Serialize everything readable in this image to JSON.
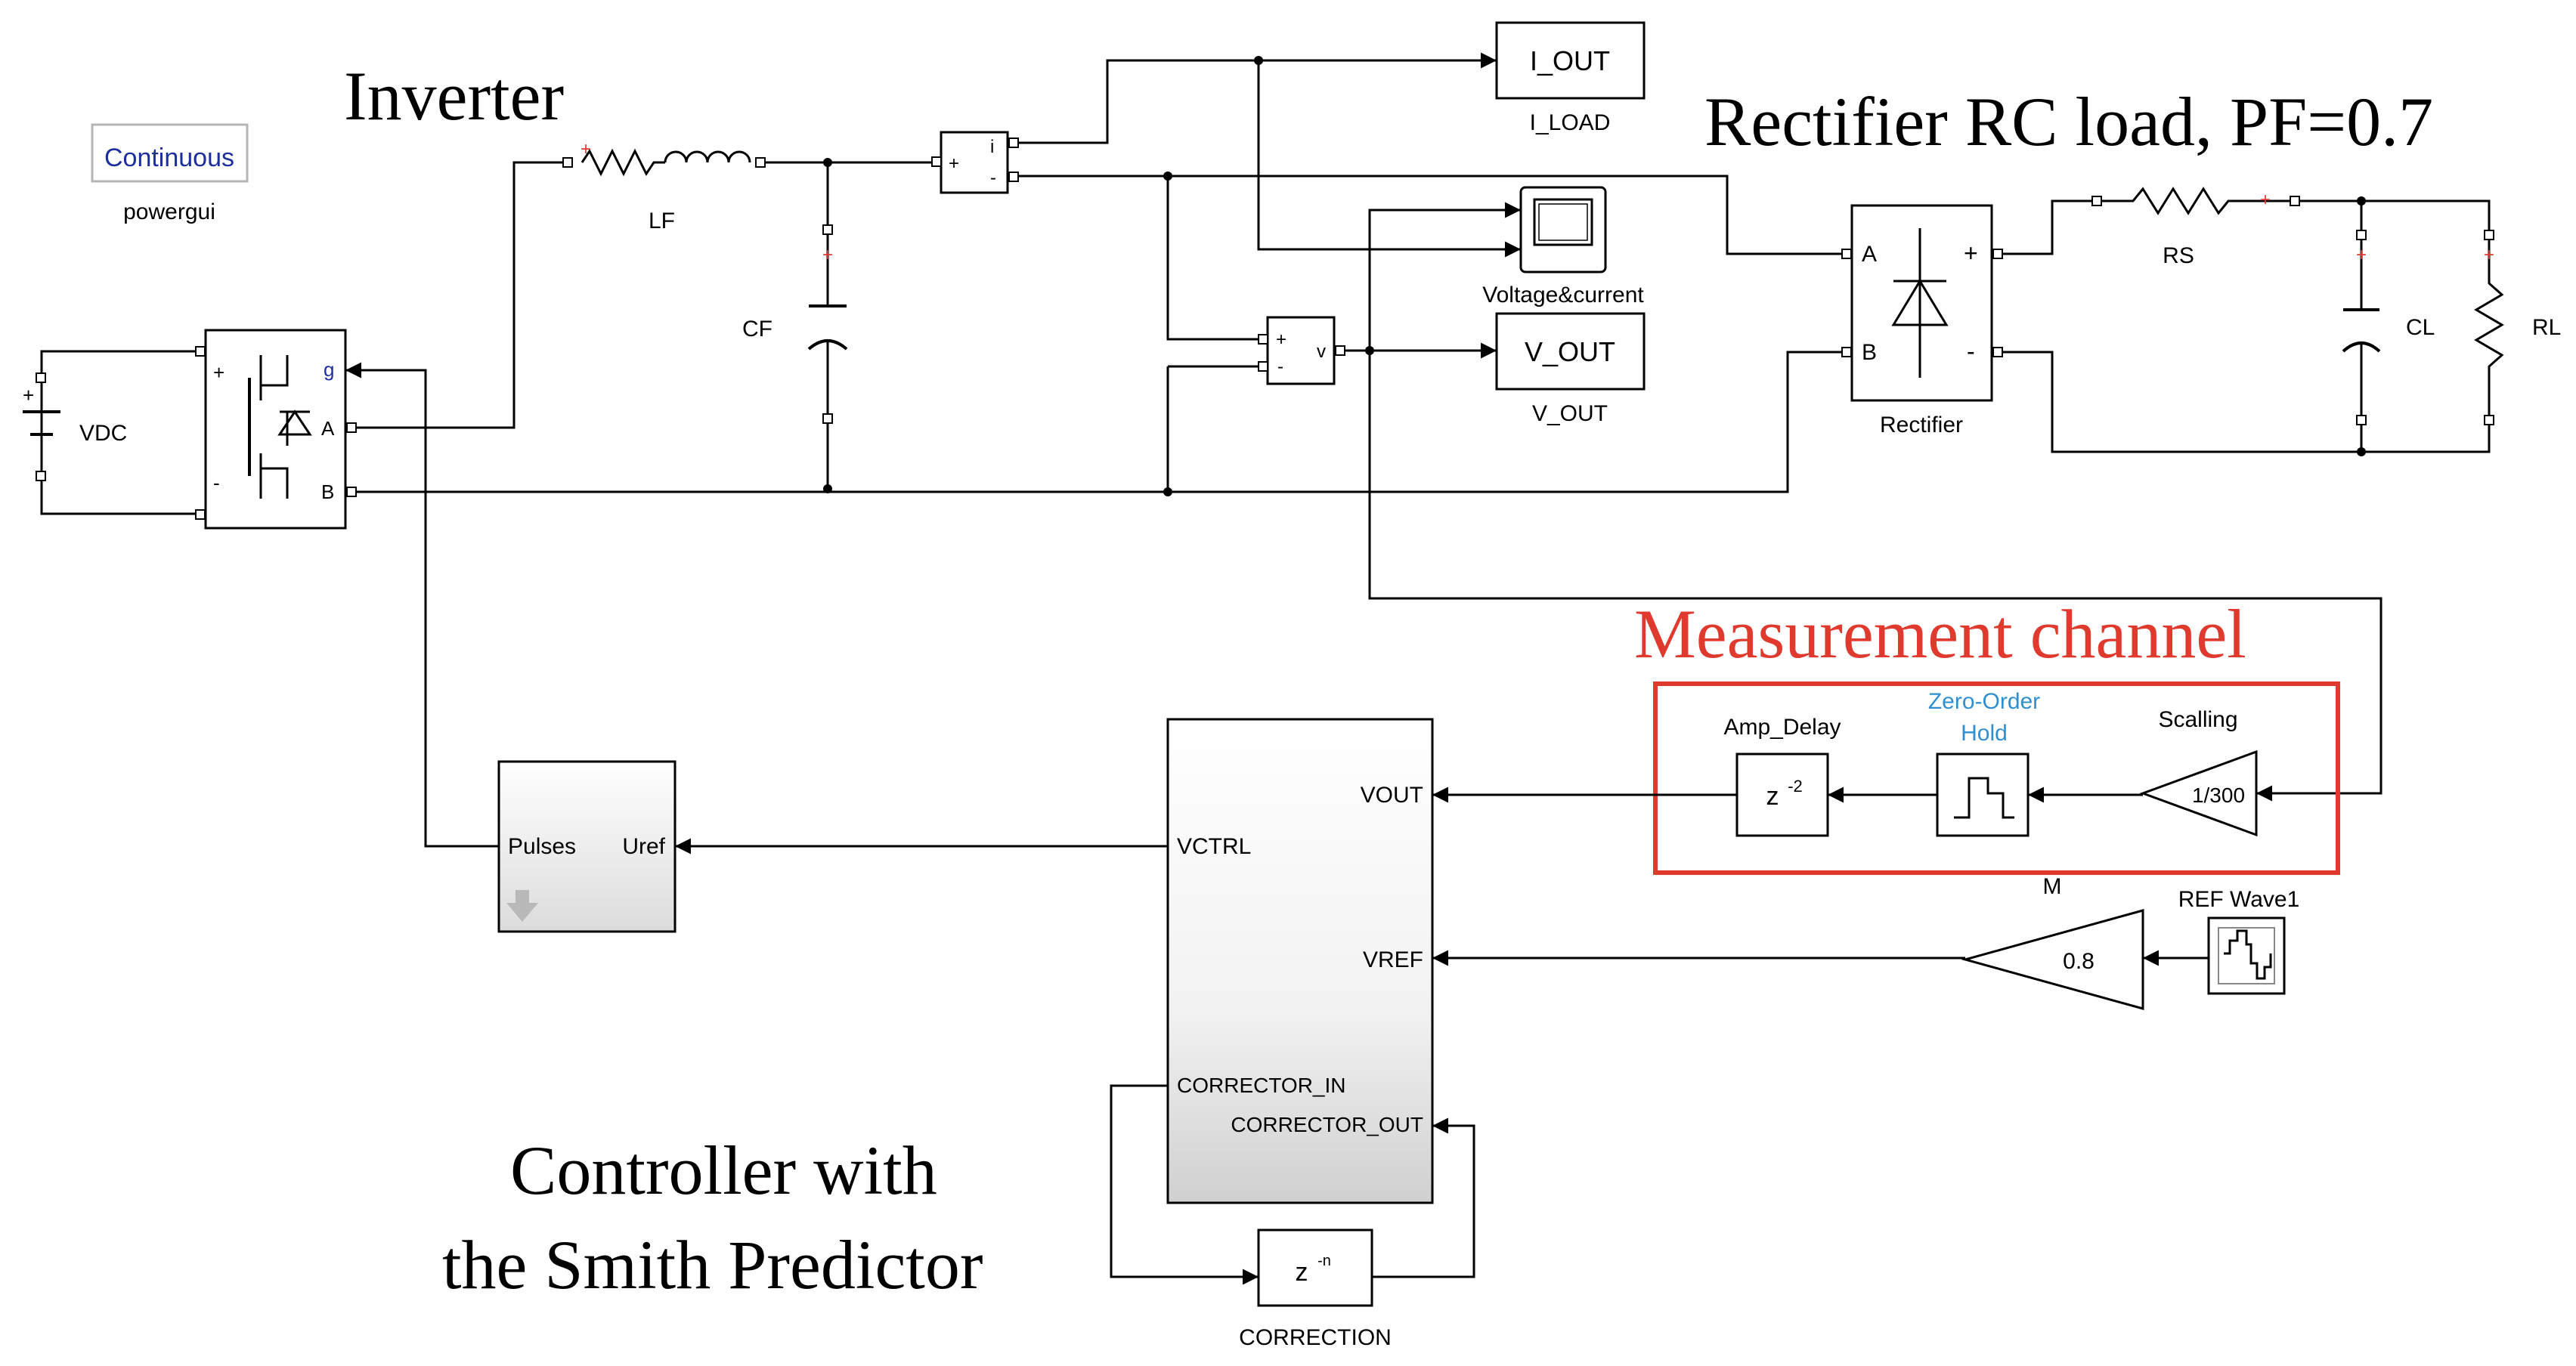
{
  "headings": {
    "inverter": "Inverter",
    "rectifier_load": "Rectifier RC load, PF=0.7",
    "measurement_channel": "Measurement channel",
    "controller_line1": "Controller with",
    "controller_line2": "the Smith Predictor"
  },
  "blocks": {
    "powergui": {
      "inner": "Continuous",
      "caption": "powergui"
    },
    "vdc": {
      "label": "VDC",
      "plus": "+",
      "minus": "-"
    },
    "inverter": {
      "port_plus": "+",
      "port_minus": "-",
      "port_g": "g",
      "port_a": "A",
      "port_b": "B"
    },
    "lf": {
      "label": "LF"
    },
    "cf": {
      "label": "CF"
    },
    "current_meas": {
      "plus": "+",
      "minus": "-",
      "out": "i"
    },
    "voltage_meas": {
      "plus": "+",
      "minus": "-",
      "out": "v"
    },
    "i_out": {
      "inner": "I_OUT",
      "caption": "I_LOAD"
    },
    "v_out": {
      "inner": "V_OUT",
      "caption": "V_OUT"
    },
    "scope": {
      "caption": "Voltage&current"
    },
    "rectifier": {
      "caption": "Rectifier",
      "port_a": "A",
      "port_b": "B",
      "port_plus": "+",
      "port_minus": "-"
    },
    "rs": {
      "label": "RS"
    },
    "cl": {
      "label": "CL"
    },
    "rl": {
      "label": "RL"
    },
    "amp_delay": {
      "caption": "Amp_Delay",
      "inner": "z",
      "exponent": "-2"
    },
    "zoh": {
      "caption_line1": "Zero-Order",
      "caption_line2": "Hold"
    },
    "scalling": {
      "caption": "Scalling",
      "inner": "1/300"
    },
    "m_gain": {
      "caption": "M",
      "inner": "0.8"
    },
    "ref_wave": {
      "caption": "REF Wave1"
    },
    "pwm": {
      "port_in": "Uref",
      "port_out": "Pulses"
    },
    "controller": {
      "vout": "VOUT",
      "vref": "VREF",
      "vctrl": "VCTRL",
      "corrector_in": "CORRECTOR_IN",
      "corrector_out": "CORRECTOR_OUT"
    },
    "correction": {
      "caption": "CORRECTION",
      "inner": "z",
      "exponent": "-n"
    }
  },
  "colors": {
    "highlight": "#e03a2f",
    "link_text": "#2f8fd0",
    "powergui_text": "#1d2f9e"
  }
}
